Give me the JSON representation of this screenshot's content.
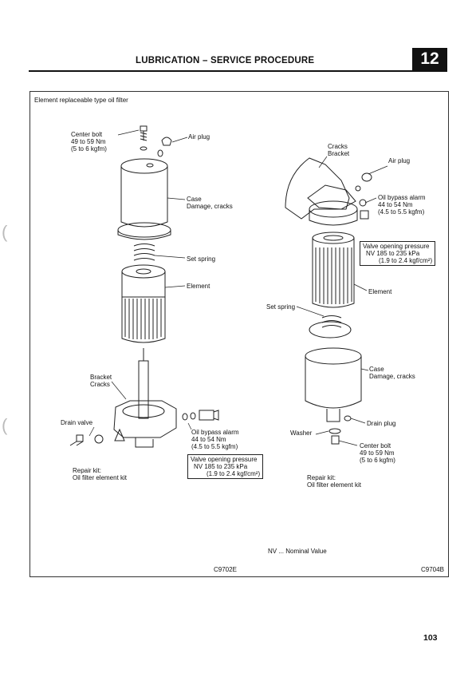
{
  "header": {
    "title": "LUBRICATION – SERVICE PROCEDURE",
    "chapter": "12"
  },
  "figure": {
    "caption": "Element replaceable type oil filter",
    "left": {
      "center_bolt": [
        "Center bolt",
        "49 to 59 Nm",
        "(5 to 6 kgfm)"
      ],
      "air_plug": "Air plug",
      "case": [
        "Case",
        "Damage, cracks"
      ],
      "set_spring": "Set spring",
      "element": "Element",
      "bracket": [
        "Bracket",
        "Cracks"
      ],
      "drain_valve": "Drain valve",
      "oil_bypass": [
        "Oil bypass alarm",
        "44 to 54 Nm",
        "(4.5 to 5.5 kgfm)"
      ],
      "valve_box": [
        "Valve opening pressure",
        "NV  185 to 235 kPa",
        "(1.9 to 2.4 kgf/cm²)"
      ],
      "repair_kit": [
        "Repair kit:",
        "Oil filter element kit"
      ],
      "code": "C9702E"
    },
    "right": {
      "cracks_bracket": [
        "Cracks",
        "Bracket"
      ],
      "air_plug": "Air plug",
      "oil_bypass": [
        "Oil bypass alarm",
        "44 to 54 Nm",
        "(4.5 to 5.5 kgfm)"
      ],
      "valve_box": [
        "Valve opening pressure",
        "NV  185 to 235 kPa",
        "(1.9 to 2.4 kgf/cm²)"
      ],
      "element": "Element",
      "set_spring": "Set spring",
      "case": [
        "Case",
        "Damage, cracks"
      ],
      "drain_plug": "Drain plug",
      "washer": "Washer",
      "center_bolt": [
        "Center bolt",
        "49 to 59 Nm",
        "(5 to 6 kgfm)"
      ],
      "repair_kit": [
        "Repair kit:",
        "Oil filter element kit"
      ],
      "code": "C9704B"
    },
    "note": "NV ... Nominal Value"
  },
  "page_number": "103"
}
